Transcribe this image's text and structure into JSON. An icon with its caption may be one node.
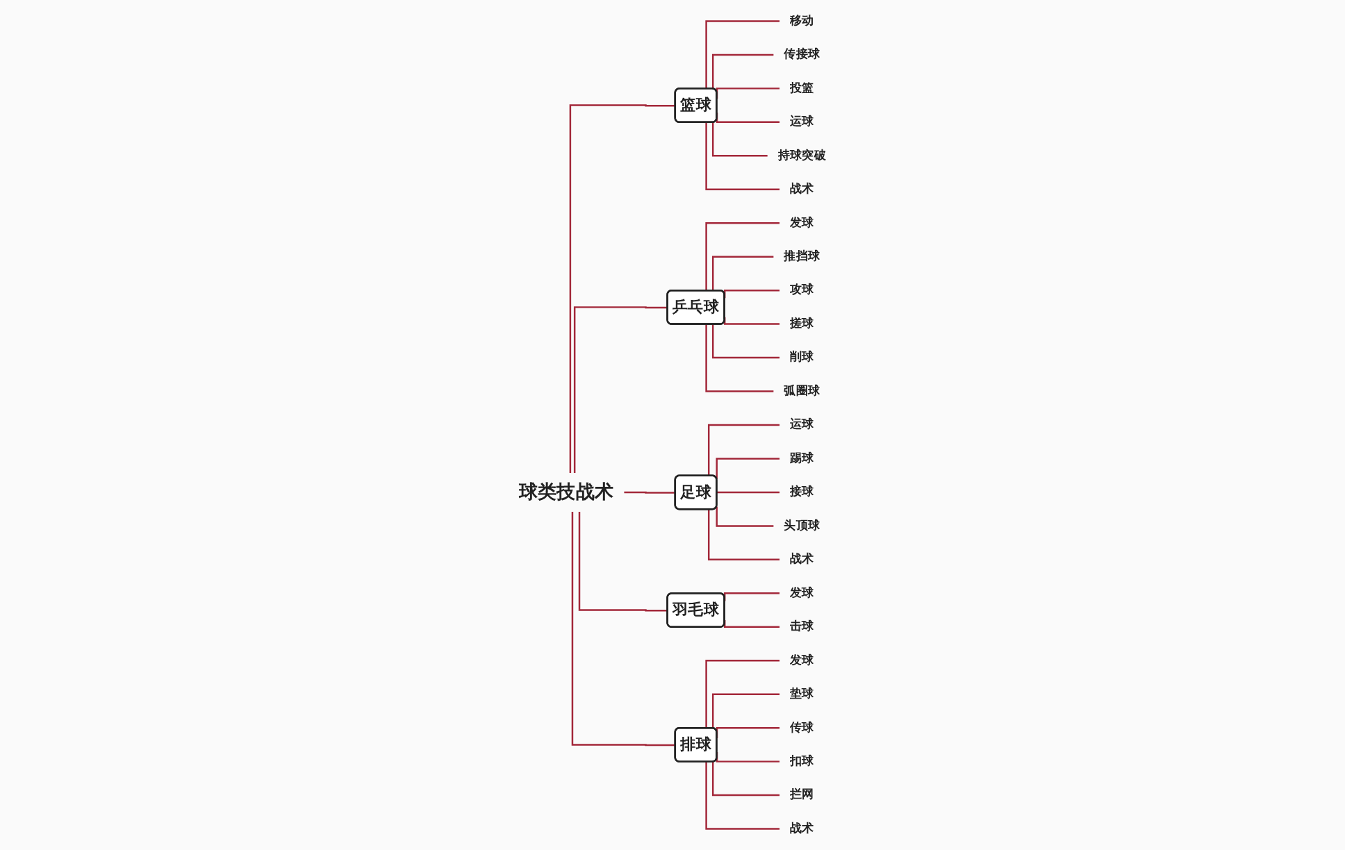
{
  "diagram": {
    "nodes": [
      {
        "text": [
          "球类技战术"
        ]
      },
      {
        "text": [
          "篮球"
        ]
      },
      {
        "text": [
          "移动"
        ]
      },
      {
        "text": [
          "传接球"
        ]
      },
      {
        "text": [
          "投篮"
        ]
      },
      {
        "text": [
          "运球"
        ]
      },
      {
        "text": [
          "持球突破"
        ]
      },
      {
        "text": [
          "战术"
        ]
      },
      {
        "text": [
          "乒乓球"
        ]
      },
      {
        "text": [
          "发球"
        ]
      },
      {
        "text": [
          "推挡球"
        ]
      },
      {
        "text": [
          "攻球"
        ]
      },
      {
        "text": [
          "搓球"
        ]
      },
      {
        "text": [
          "削球"
        ]
      },
      {
        "text": [
          "弧圈球"
        ]
      },
      {
        "text": [
          "足球"
        ]
      },
      {
        "text": [
          "运球"
        ]
      },
      {
        "text": [
          "踢球"
        ]
      },
      {
        "text": [
          "接球"
        ]
      },
      {
        "text": [
          "头顶球"
        ]
      },
      {
        "text": [
          "战术"
        ]
      },
      {
        "text": [
          "羽毛球"
        ]
      },
      {
        "text": [
          "发球"
        ]
      },
      {
        "text": [
          "击球"
        ]
      },
      {
        "text": [
          "排球"
        ]
      },
      {
        "text": [
          "发球"
        ]
      },
      {
        "text": [
          "垫球"
        ]
      },
      {
        "text": [
          "传球"
        ]
      },
      {
        "text": [
          "扣球"
        ]
      },
      {
        "text": [
          "拦网"
        ]
      },
      {
        "text": [
          "战术"
        ]
      }
    ],
    "edges": [
      {
        "from": 0,
        "to": 1,
        "arrow": "none"
      },
      {
        "from": 1,
        "to": 2,
        "arrow": "none"
      },
      {
        "from": 1,
        "to": 3,
        "arrow": "none"
      },
      {
        "from": 1,
        "to": 4,
        "arrow": "none"
      },
      {
        "from": 1,
        "to": 5,
        "arrow": "none"
      },
      {
        "from": 1,
        "to": 6,
        "arrow": "none"
      },
      {
        "from": 1,
        "to": 7,
        "arrow": "none"
      },
      {
        "from": 0,
        "to": 8,
        "arrow": "none"
      },
      {
        "from": 8,
        "to": 9,
        "arrow": "none"
      },
      {
        "from": 8,
        "to": 10,
        "arrow": "none"
      },
      {
        "from": 8,
        "to": 11,
        "arrow": "none"
      },
      {
        "from": 8,
        "to": 12,
        "arrow": "none"
      },
      {
        "from": 8,
        "to": 13,
        "arrow": "none"
      },
      {
        "from": 8,
        "to": 14,
        "arrow": "none"
      },
      {
        "from": 0,
        "to": 15,
        "arrow": "none"
      },
      {
        "from": 15,
        "to": 16,
        "arrow": "none"
      },
      {
        "from": 15,
        "to": 17,
        "arrow": "none"
      },
      {
        "from": 15,
        "to": 18,
        "arrow": "none"
      },
      {
        "from": 15,
        "to": 19,
        "arrow": "none"
      },
      {
        "from": 15,
        "to": 20,
        "arrow": "none"
      },
      {
        "from": 0,
        "to": 21,
        "arrow": "none"
      },
      {
        "from": 21,
        "to": 22,
        "arrow": "none"
      },
      {
        "from": 21,
        "to": 23,
        "arrow": "none"
      },
      {
        "from": 0,
        "to": 24,
        "arrow": "none"
      },
      {
        "from": 24,
        "to": 25,
        "arrow": "none"
      },
      {
        "from": 24,
        "to": 26,
        "arrow": "none"
      },
      {
        "from": 24,
        "to": 27,
        "arrow": "none"
      },
      {
        "from": 24,
        "to": 28,
        "arrow": "none"
      },
      {
        "from": 24,
        "to": 29,
        "arrow": "none"
      },
      {
        "from": 24,
        "to": 30,
        "arrow": "none"
      }
    ]
  }
}
